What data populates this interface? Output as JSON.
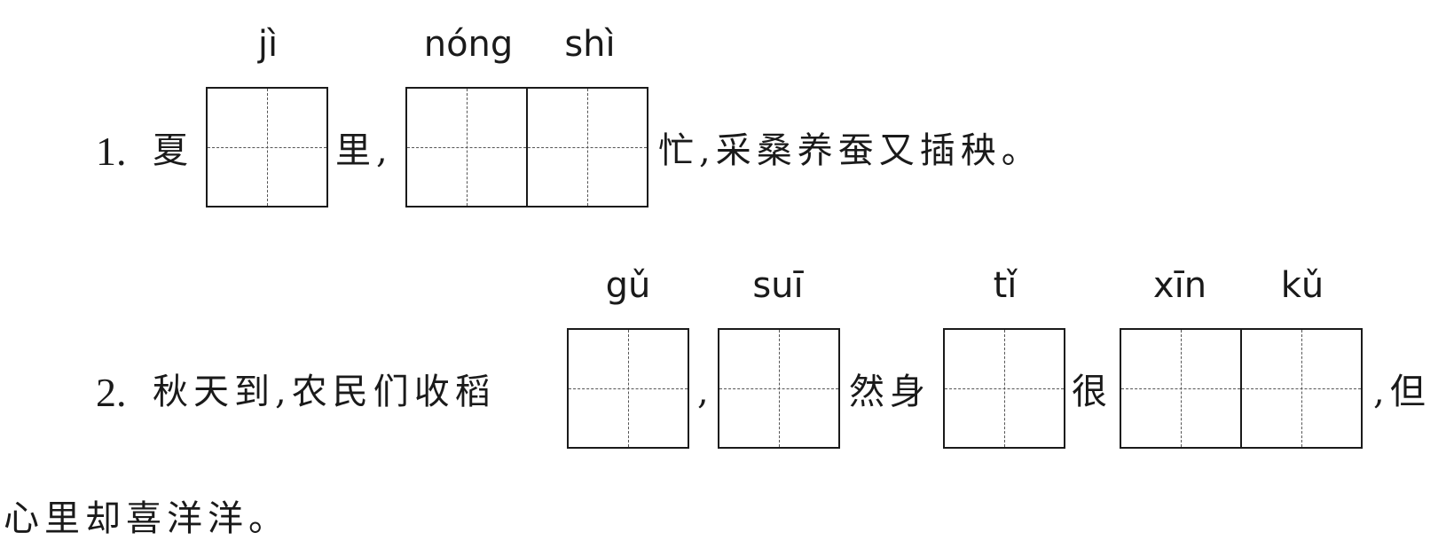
{
  "q1": {
    "number": "1.",
    "before": "夏",
    "middle": "里,",
    "after": "忙,采桑养蚕又插秧。",
    "blank1": {
      "pinyin": "jì",
      "chars": 1
    },
    "blank2": {
      "pinyin": [
        "nóng",
        "shì"
      ],
      "chars": 2
    }
  },
  "q2": {
    "number": "2.",
    "before": "秋天到,农民们收稻",
    "sep1": ",",
    "sep2": "然身",
    "sep3": "很",
    "end": ",但",
    "continuation": "心里却喜洋洋。",
    "blank1": {
      "pinyin": "gǔ",
      "chars": 1
    },
    "blank2": {
      "pinyin": "suī",
      "chars": 1
    },
    "blank3": {
      "pinyin": "tǐ",
      "chars": 1
    },
    "blank4": {
      "pinyin": [
        "xīn",
        "kǔ"
      ],
      "chars": 2
    }
  }
}
